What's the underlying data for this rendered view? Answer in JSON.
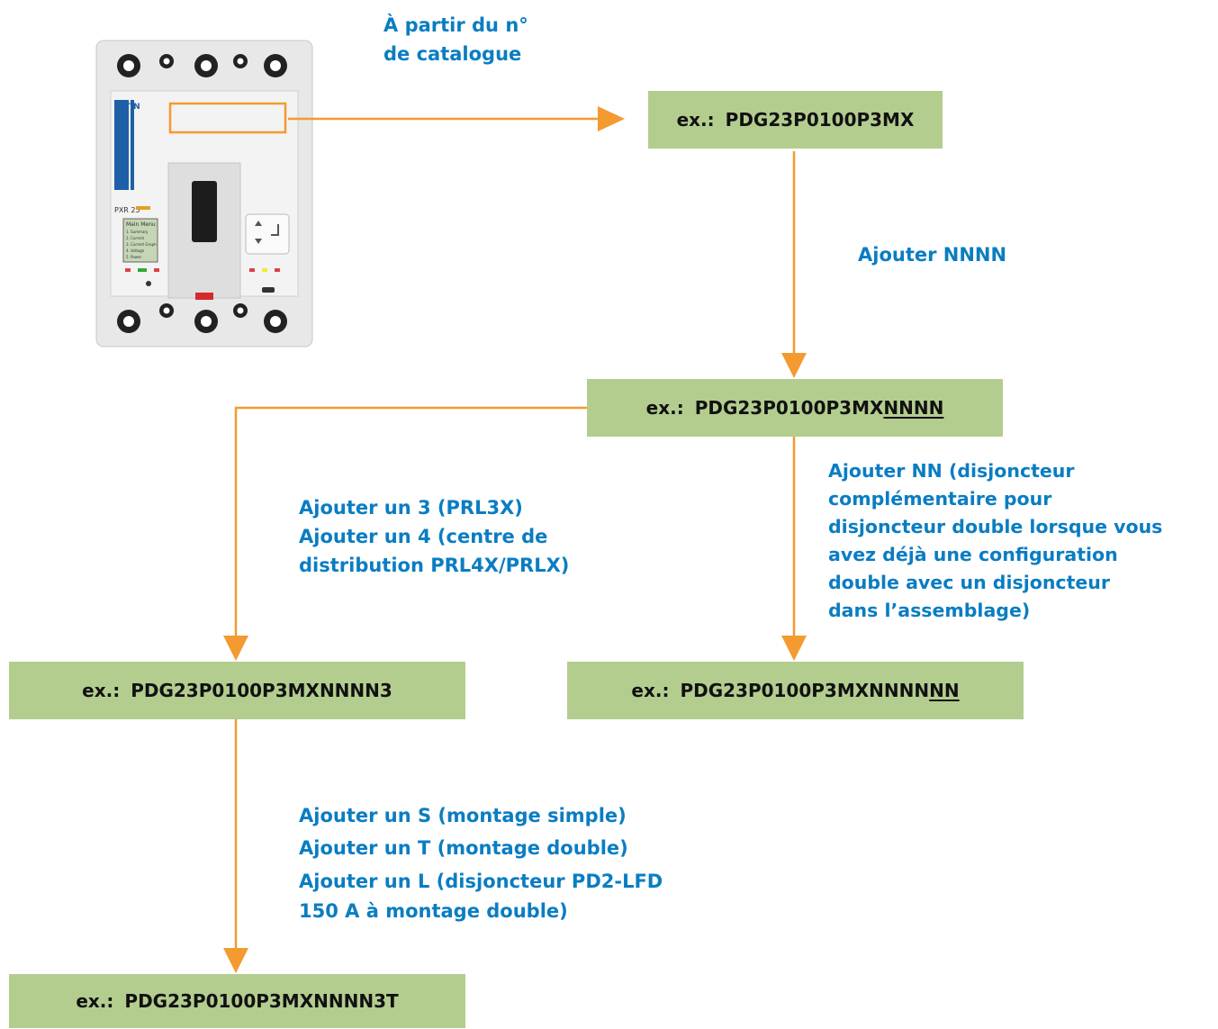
{
  "colors": {
    "label": "#0a7dc2",
    "box": "#b3cd8f",
    "arrow": "#f39a30"
  },
  "header_label": [
    "À partir du n°",
    "de catalogue"
  ],
  "device": {
    "brand": "E·T·N",
    "model": "PXR 25",
    "menu_title": "Main Menu",
    "menu_items": [
      "1. Summary",
      "2. Current",
      "3. Current Graph",
      "4. Voltage",
      "5. Power"
    ]
  },
  "boxes": {
    "box1": {
      "prefix": "ex.:",
      "code": "PDG23P0100P3MX",
      "underlined": ""
    },
    "box2": {
      "prefix": "ex.:",
      "code": "PDG23P0100P3MX",
      "underlined": "NNNN"
    },
    "box3": {
      "prefix": "ex.:",
      "code": "PDG23P0100P3MXNNNN3",
      "underlined": ""
    },
    "box4": {
      "prefix": "ex.:",
      "code": "PDG23P0100P3MXNNNN",
      "underlined": "NN"
    },
    "box5": {
      "prefix": "ex.:",
      "code": "PDG23P0100P3MXNNNN3T",
      "underlined": ""
    }
  },
  "labels": {
    "add_nnnn": [
      "Ajouter NNNN"
    ],
    "add_3_4": [
      "Ajouter un 3 (PRL3X)",
      "Ajouter un 4 (centre de",
      "distribution PRL4X/PRLX)"
    ],
    "add_nn": [
      "Ajouter NN (disjoncteur",
      "complémentaire pour",
      "disjoncteur double lorsque vous",
      "avez déjà une configuration",
      "double avec un disjoncteur",
      "dans l’assemblage)"
    ],
    "add_s_t_l": [
      "Ajouter un S (montage simple)",
      "Ajouter un T (montage double)",
      "Ajouter un L (disjoncteur PD2-LFD",
      "150 A à montage double)"
    ]
  }
}
